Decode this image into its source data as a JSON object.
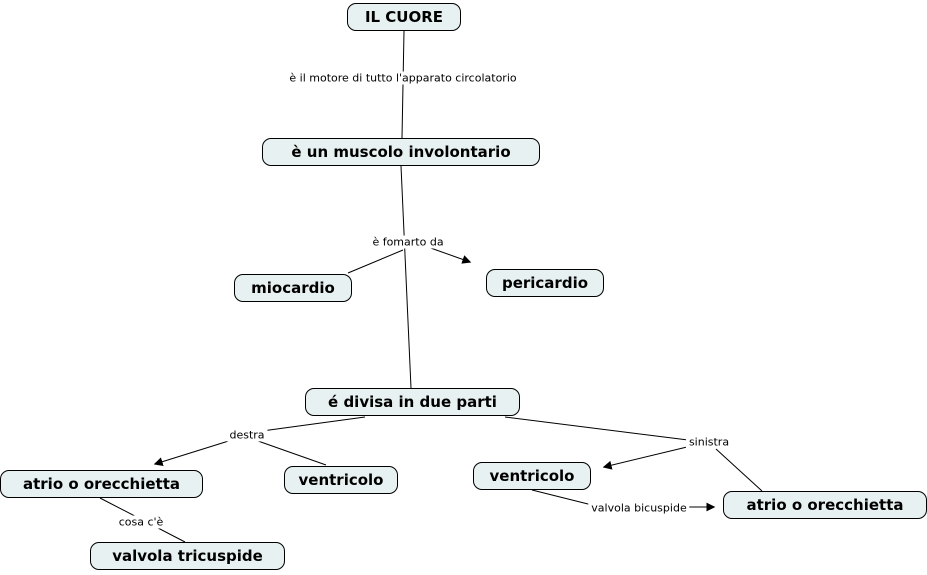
{
  "diagram_title": "IL CUORE",
  "nodes": {
    "cuore": "IL CUORE",
    "muscolo": "è un muscolo involontario",
    "miocardio": "miocardio",
    "pericardio": "pericardio",
    "divisa": "é divisa in due parti",
    "atrio_left": "atrio o orecchietta",
    "ventricolo_left": "ventricolo",
    "ventricolo_right": "ventricolo",
    "atrio_right": "atrio o orecchietta",
    "tricuspide": "valvola tricuspide"
  },
  "edge_labels": {
    "motore": "è il motore di tutto l'apparato circolatorio",
    "formato": "è fomarto da",
    "destra": "destra",
    "sinistra": "sinistra",
    "cosa": "cosa c'è",
    "bicuspide": "valvola bicuspide"
  },
  "colors": {
    "node_fill": "#e8f1f1",
    "node_border": "#000000",
    "connector": "#000000",
    "background": "#ffffff"
  }
}
